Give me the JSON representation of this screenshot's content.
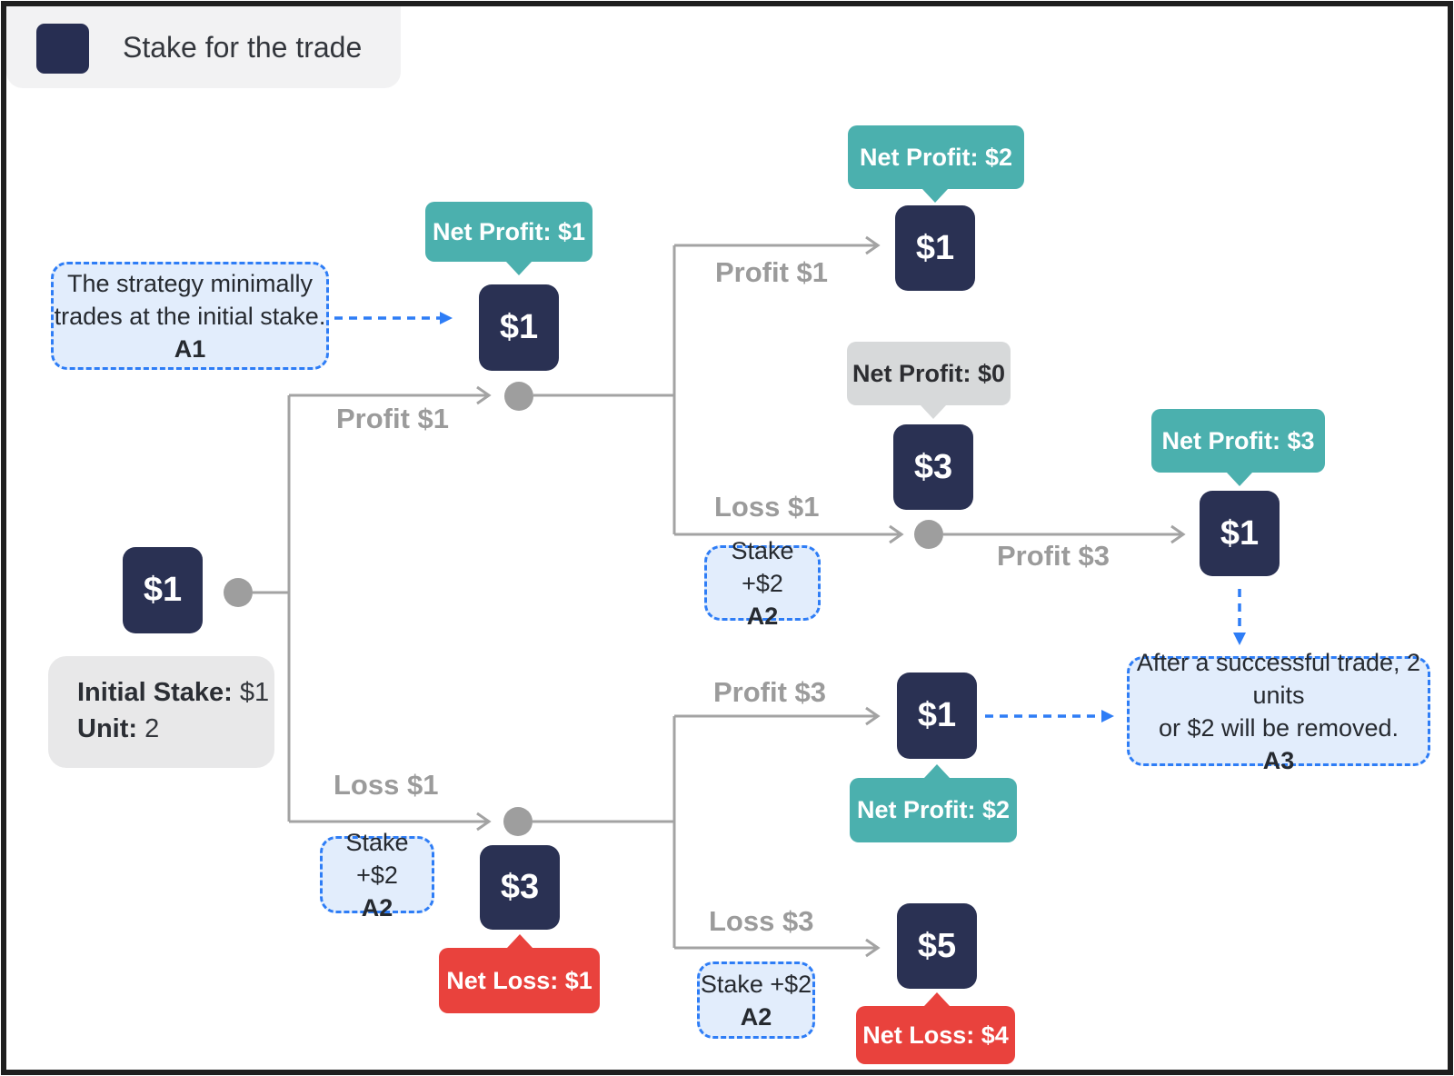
{
  "legend": {
    "label": "Stake for the trade"
  },
  "nodes": {
    "root": "$1",
    "stage1": "$1",
    "win_win": "$1",
    "win_lose": "$3",
    "win_lose_win": "$1",
    "lose": "$3",
    "lose_win": "$1",
    "lose_lose": "$5"
  },
  "badges": {
    "net_profit_1": "Net Profit: $1",
    "net_profit_2_top": "Net Profit: $2",
    "net_profit_0": "Net Profit: $0",
    "net_profit_3": "Net Profit: $3",
    "net_profit_2_bottom": "Net Profit: $2",
    "net_loss_1": "Net Loss: $1",
    "net_loss_4": "Net Loss: $4"
  },
  "branch_labels": {
    "profit_1_a": "Profit $1",
    "loss_1_a": "Loss $1",
    "profit_1_b": "Profit $1",
    "loss_1_b": "Loss $1",
    "profit_3_mid": "Profit $3",
    "profit_3_b": "Profit $3",
    "loss_3": "Loss $3"
  },
  "callouts": {
    "a1": {
      "line1": "The strategy minimally",
      "line2": "trades at the initial stake.",
      "tag": "A1"
    },
    "a2": {
      "line1": "Stake +$2",
      "tag": "A2"
    },
    "a3": {
      "line1": "After a successful trade, 2 units",
      "line2": "or $2 will be removed.",
      "tag": "A3"
    }
  },
  "info_box": {
    "stake_label": "Initial Stake:",
    "stake_value": " $1",
    "unit_label": "Unit:",
    "unit_value": " 2"
  },
  "colors": {
    "node_navy": "#2a3153",
    "teal": "#4bb0ae",
    "red": "#e9423d",
    "gray_badge": "#d7d9da",
    "line_gray": "#a3a3a3",
    "blue_accent": "#2e7df6"
  }
}
